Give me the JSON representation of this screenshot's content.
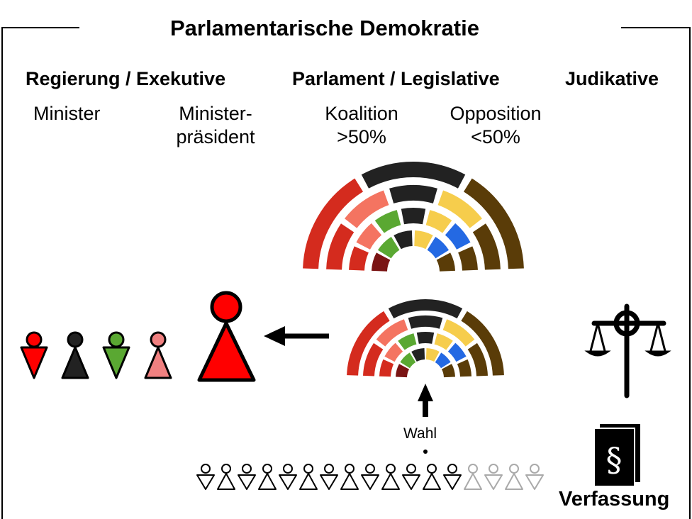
{
  "title": "Parlamentarische Demokratie",
  "headings": {
    "executive": "Regierung / Exekutive",
    "legislative": "Parlament / Legislative",
    "judicative": "Judikative"
  },
  "labels": {
    "minister": "Minister",
    "pm_line1": "Minister-",
    "pm_line2": "präsident",
    "coalition_line1": "Koalition",
    "coalition_line2": ">50%",
    "opposition_line1": "Opposition",
    "opposition_line2": "<50%",
    "election": "Wahl",
    "constitution": "Verfassung"
  },
  "icons": {
    "constitution_symbol": "§",
    "justice": "scales-icon",
    "election_arrow": "arrow-up-icon",
    "appoint_arrow": "arrow-left-icon"
  },
  "colors": {
    "red": "#ff0000",
    "black": "#222222",
    "green": "#5aa832",
    "pink": "#f08080",
    "dark_red": "#d42b1e",
    "salmon": "#f47461",
    "maroon": "#7a1414",
    "yellow": "#f6cd4c",
    "blue": "#2469e3",
    "brown": "#5a3c08",
    "grey": "#aaaaaa"
  }
}
